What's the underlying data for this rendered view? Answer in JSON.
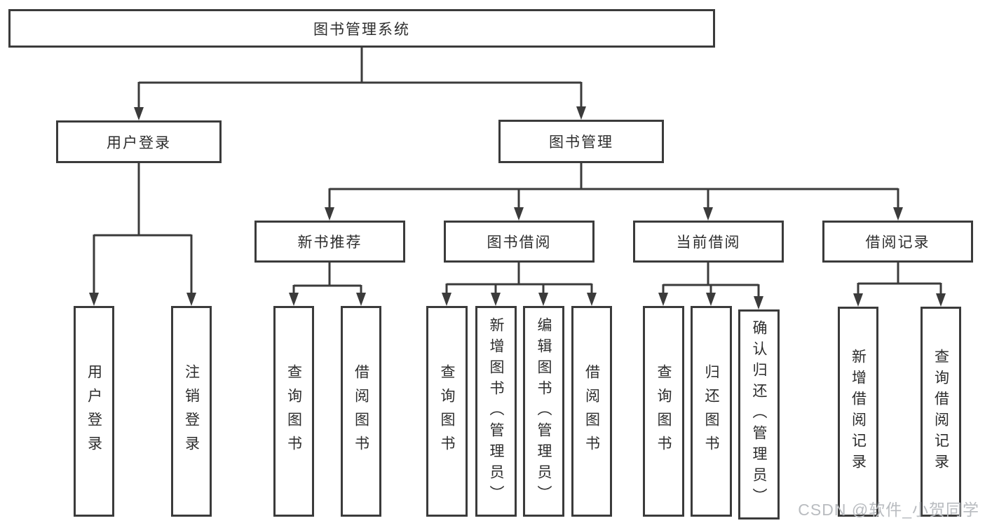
{
  "diagram": {
    "title": "图书管理系统",
    "colors": {
      "line": "#3b3b3b",
      "border": "#3b3b3b",
      "text": "#2d2d2d",
      "watermark": "#b9bcc0",
      "background": "#ffffff"
    },
    "tree": {
      "root": {
        "label": "图书管理系统"
      },
      "level2": [
        {
          "label": "用户登录"
        },
        {
          "label": "图书管理"
        }
      ],
      "level3": [
        {
          "label": "新书推荐",
          "parent": "图书管理"
        },
        {
          "label": "图书借阅",
          "parent": "图书管理"
        },
        {
          "label": "当前借阅",
          "parent": "图书管理"
        },
        {
          "label": "借阅记录",
          "parent": "图书管理"
        }
      ],
      "leaves": [
        {
          "label": "用户登录",
          "parent": "用户登录"
        },
        {
          "label": "注销登录",
          "parent": "用户登录"
        },
        {
          "label": "查询图书",
          "parent": "新书推荐"
        },
        {
          "label": "借阅图书",
          "parent": "新书推荐"
        },
        {
          "label": "查询图书",
          "parent": "图书借阅"
        },
        {
          "label": "新增图书（管理员）",
          "parent": "图书借阅"
        },
        {
          "label": "编辑图书（管理员）",
          "parent": "图书借阅"
        },
        {
          "label": "借阅图书",
          "parent": "图书借阅"
        },
        {
          "label": "查询图书",
          "parent": "当前借阅"
        },
        {
          "label": "归还图书",
          "parent": "当前借阅"
        },
        {
          "label": "确认归还（管理员）",
          "parent": "当前借阅"
        },
        {
          "label": "新增借阅记录",
          "parent": "借阅记录"
        },
        {
          "label": "查询借阅记录",
          "parent": "借阅记录"
        }
      ]
    },
    "watermark": {
      "text": "CSDN @软件_小贺同学"
    }
  }
}
